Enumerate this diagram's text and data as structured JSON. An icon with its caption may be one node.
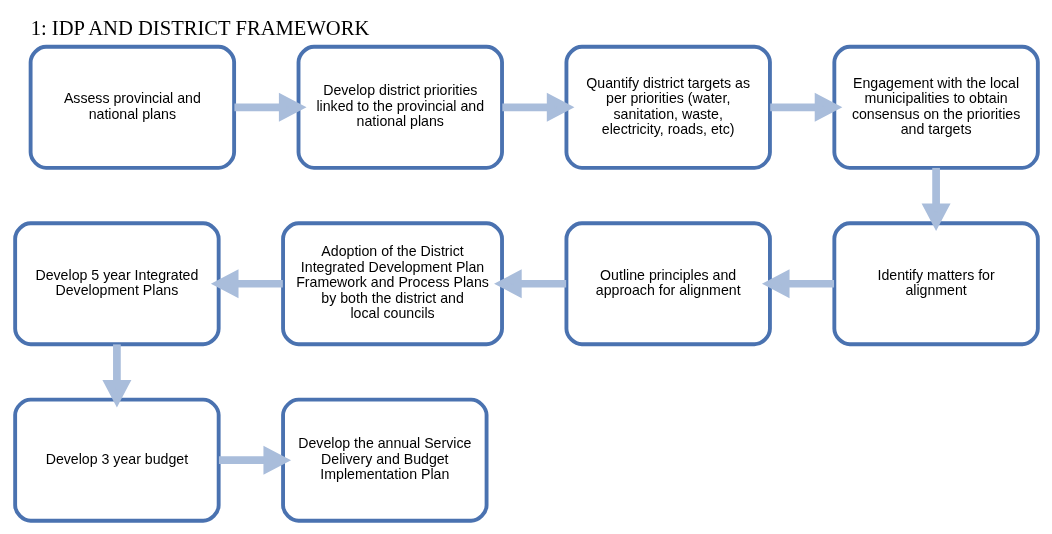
{
  "diagram": {
    "title": "1: IDP AND DISTRICT FRAMEWORK",
    "nodes": [
      {
        "text": [
          "Assess provincial and national plans"
        ]
      },
      {
        "text": [
          "Develop district priorities linked to the provincial and national plans"
        ]
      },
      {
        "text": [
          "Quantify district targets as per priorities (water, sanitation, waste, electricity, roads, etc)"
        ]
      },
      {
        "text": [
          "Engagement with the local municipalities to obtain consensus on the priorities and targets"
        ]
      },
      {
        "text": [
          "Identify matters for alignment"
        ]
      },
      {
        "text": [
          "Outline principles and approach for alignment"
        ]
      },
      {
        "text": [
          "Adoption of the District Integrated Development Plan Framework and Process Plans by both the district and local councils"
        ]
      },
      {
        "text": [
          "Develop 5 year Integrated Development Plans"
        ]
      },
      {
        "text": [
          "Develop 3 year budget"
        ]
      },
      {
        "text": [
          "Develop the annual Service Delivery and Budget Implementation Plan"
        ]
      }
    ],
    "edges": [
      {
        "from": 0,
        "to": 1,
        "arrow": "to"
      },
      {
        "from": 1,
        "to": 2,
        "arrow": "to"
      },
      {
        "from": 2,
        "to": 3,
        "arrow": "to"
      },
      {
        "from": 3,
        "to": 4,
        "arrow": "to"
      },
      {
        "from": 4,
        "to": 5,
        "arrow": "to"
      },
      {
        "from": 5,
        "to": 6,
        "arrow": "to"
      },
      {
        "from": 6,
        "to": 7,
        "arrow": "to"
      },
      {
        "from": 7,
        "to": 8,
        "arrow": "to"
      },
      {
        "from": 8,
        "to": 9,
        "arrow": "to"
      }
    ]
  }
}
